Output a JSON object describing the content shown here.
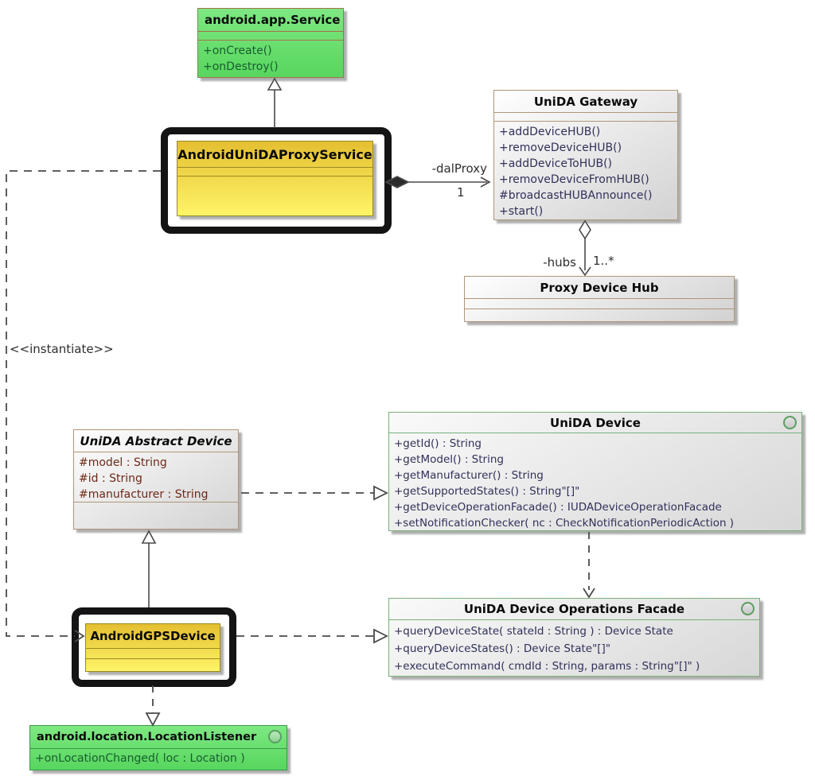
{
  "labels": {
    "instantiate": "<<instantiate>>",
    "dal_proxy": "-dalProxy",
    "dal_proxy_mult": "1",
    "hubs": "-hubs",
    "hubs_mult": "1..*"
  },
  "classes": {
    "android_service": {
      "title": "android.app.Service",
      "methods": [
        "+onCreate()",
        "+onDestroy()"
      ]
    },
    "proxy_service": {
      "title": "AndroidUniDAProxyService"
    },
    "gateway": {
      "title": "UniDA Gateway",
      "methods": [
        "+addDeviceHUB()",
        "+removeDeviceHUB()",
        "+addDeviceToHUB()",
        "+removeDeviceFromHUB()",
        "#broadcastHUBAnnounce()",
        "+start()"
      ]
    },
    "proxy_hub": {
      "title": "Proxy Device Hub"
    },
    "abstract_device": {
      "title": "UniDA Abstract Device",
      "attributes": [
        "#model : String",
        "#id : String",
        "#manufacturer : String"
      ]
    },
    "unida_device": {
      "title": "UniDA Device",
      "methods": [
        "+getId() : String",
        "+getModel() : String",
        "+getManufacturer() : String",
        "+getSupportedStates() : String\"[]\"",
        "+getDeviceOperationFacade() : IUDADeviceOperationFacade",
        "+setNotificationChecker( nc : CheckNotificationPeriodicAction )"
      ]
    },
    "gps_device": {
      "title": "AndroidGPSDevice"
    },
    "facade": {
      "title": "UniDA Device Operations Facade",
      "methods": [
        "+queryDeviceState( stateId : String ) : Device State",
        "+queryDeviceStates() : Device State\"[]\"",
        "+executeCommand( cmdId : String, params : String\"[]\" )"
      ]
    },
    "location_listener": {
      "title": "android.location.LocationListener",
      "methods": [
        "+onLocationChanged( loc : Location )"
      ]
    }
  },
  "colors": {
    "green_fill_top": "#7ee882",
    "green_fill_bottom": "#57d65e",
    "yellow_fill_top": "#e4bf31",
    "yellow_fill_bottom": "#fff468",
    "gray_fill": "#d2d2d2",
    "tan_border": "#b09678",
    "interface_green_border": "#78b17a",
    "listener_green_border": "#3a9a47",
    "service_brown_border": "#a6714a",
    "yellow_border": "#9a8a1f",
    "frame_black": "#141414",
    "method_navy_text": "#30305a",
    "attribute_maroon_text": "#6d2817",
    "green_method_text": "#175e2e"
  }
}
